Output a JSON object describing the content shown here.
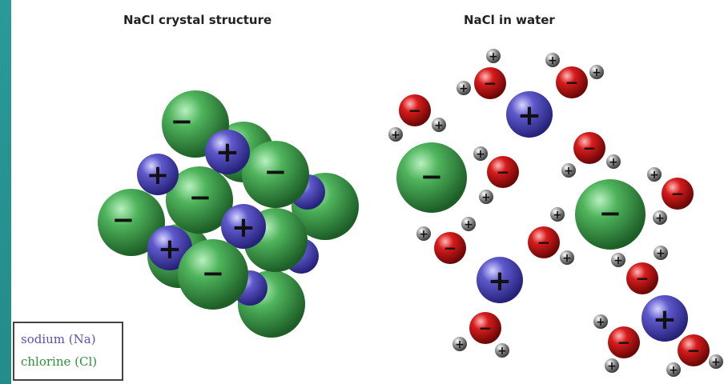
{
  "titles": {
    "crystal": "NaCl crystal structure",
    "water": "NaCl in water"
  },
  "legend": {
    "sodium": "sodium (Na)",
    "chlorine": "chlorine (Cl)"
  },
  "signs": {
    "plus": "+",
    "minus": "−"
  },
  "colors": {
    "sodium": "#5a55c8",
    "chlorine": "#3fa34d",
    "oxygen": "#d11a1a",
    "hydrogen": "#8c8c8c",
    "background": "#1f8a8a"
  }
}
